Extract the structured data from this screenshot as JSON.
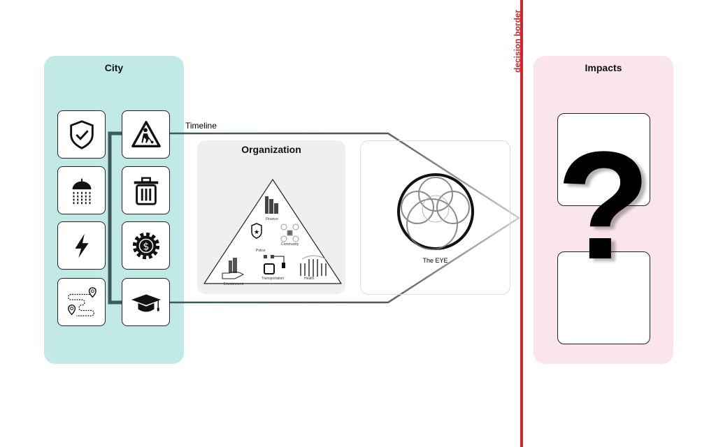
{
  "city": {
    "title": "City",
    "icons": [
      "shield-check",
      "road-work",
      "shower",
      "trash-can",
      "lightning",
      "gear-dollar",
      "route-map",
      "graduation-cap"
    ]
  },
  "timeline": {
    "label": "Timeline"
  },
  "organization": {
    "title": "Organization",
    "sectors": [
      "Finance",
      "Police",
      "Community",
      "Environment",
      "Transportation",
      "Health"
    ]
  },
  "eye": {
    "label": "The EYE"
  },
  "decision_border": {
    "label": "decision border",
    "color": "#d0282e"
  },
  "impacts": {
    "title": "Impacts",
    "symbol": "?"
  },
  "colors": {
    "city": "#c1e9e5",
    "impacts": "#f9e5eb",
    "organization": "#efefef",
    "timeline": "#3c5a58"
  }
}
